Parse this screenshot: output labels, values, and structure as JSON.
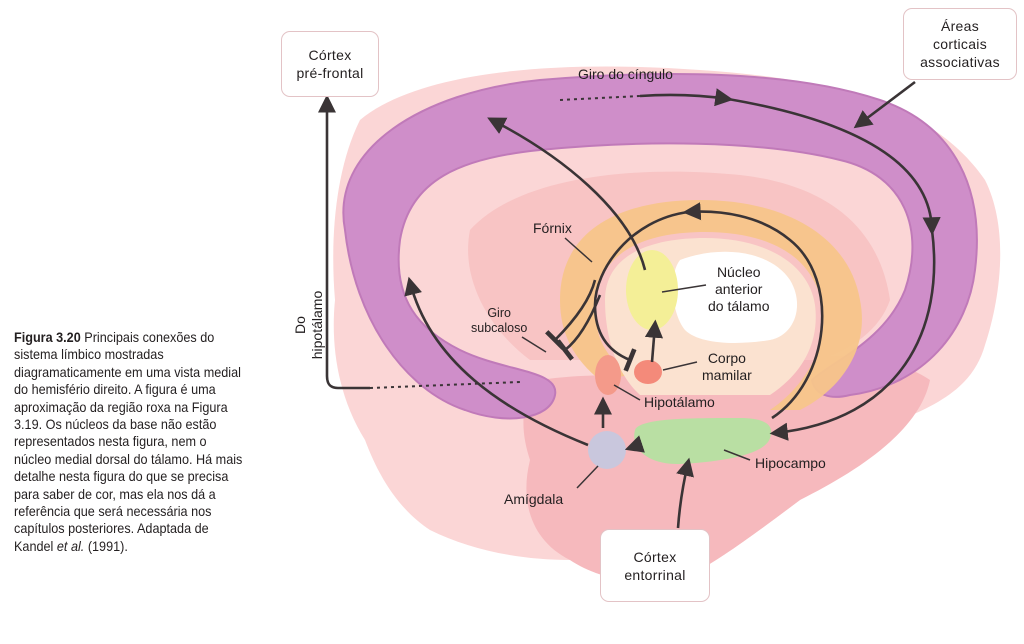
{
  "caption": {
    "figure_label": "Figura 3.20",
    "text_before_italic": "Principais conexões do sistema límbico mostradas diagramaticamente em uma vista medial do hemisfério direito. A figura é uma aproximação da região roxa na Figura 3.19. Os núcleos da base não estão representados nesta figura, nem o núcleo medial dorsal do tálamo. Há mais detalhe nesta figura do que se precisa para saber de cor, mas ela nos dá a referência que será necessária nos capítulos posteriores. Adaptada de Kandel",
    "italic_text": "et al.",
    "text_after_italic": "(1991)."
  },
  "boxes": {
    "cortex_prefrontal": [
      "Córtex",
      "pré-frontal"
    ],
    "areas_associativas": [
      "Áreas",
      "corticais",
      "associativas"
    ],
    "cortex_entorrinal": [
      "Córtex",
      "entorrinal"
    ]
  },
  "labels": {
    "giro_cingulo": "Giro do cíngulo",
    "fornix": "Fórnix",
    "nucleo_anterior": [
      "Núcleo",
      "anterior",
      "do tálamo"
    ],
    "giro_subcaloso": [
      "Giro",
      "subcaloso"
    ],
    "corpo_mamilar": [
      "Corpo",
      "mamilar"
    ],
    "hipotalamo": "Hipotálamo",
    "hipocampo": "Hipocampo",
    "amigdala": "Amígdala",
    "do_hipotalamo": [
      "Do",
      "hipotálamo"
    ]
  },
  "colors": {
    "cingulate": "#cf8ec9",
    "brain_pink": "#f6b9bd",
    "brain_light": "#fbd6d6",
    "thalamus_orange": "#f7c58a",
    "nucleus_yellow": "#f4ef97",
    "hippocampus_green": "#b9dfa3",
    "amygdala_grey": "#c9c7dd",
    "hypothalamus_red": "#f49a8a",
    "mammillary_red": "#f48a7a",
    "arrow": "#3a3436",
    "box_border": "#e3c3c6"
  }
}
